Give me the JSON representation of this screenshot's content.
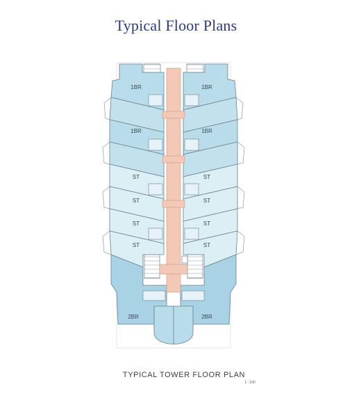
{
  "page": {
    "title": "Typical Floor Plans",
    "caption": "TYPICAL TOWER FLOOR PLAN",
    "scale": "1 : 100"
  },
  "units": {
    "left": [
      "1BR",
      "1BR",
      "ST",
      "ST",
      "ST",
      "ST",
      "2BR"
    ],
    "right": [
      "1BR",
      "1BR",
      "ST",
      "ST",
      "ST",
      "ST",
      "2BR"
    ]
  },
  "colors": {
    "title": "#2b3a78",
    "bedroom_fill": "#b9dcea",
    "studio_fill": "#dceff5",
    "corridor_fill": "#f1c9b6",
    "wall": "#6b7f8e"
  }
}
